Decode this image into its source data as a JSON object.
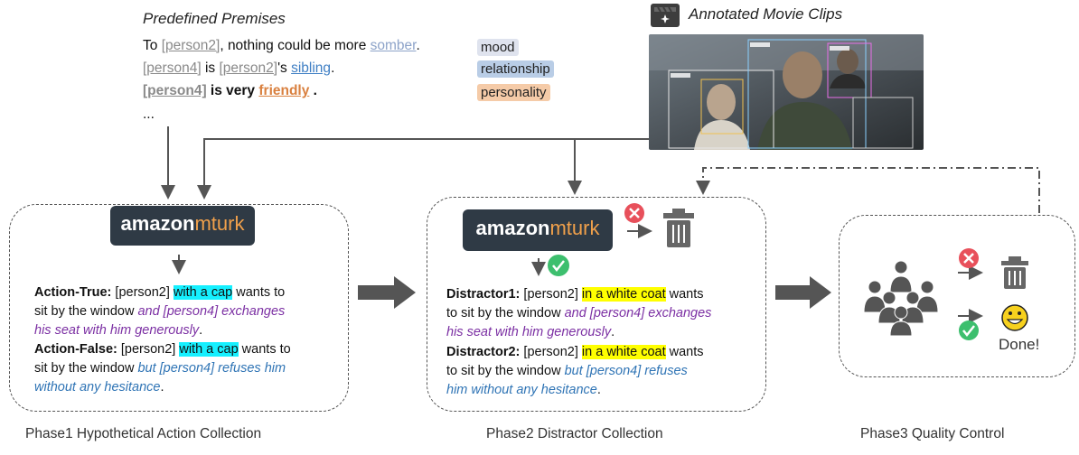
{
  "premises": {
    "title": "Predefined Premises",
    "line1": {
      "prefix": "To ",
      "person": "[person2]",
      "middle": ", nothing could be more ",
      "word": "somber",
      "suffix": "."
    },
    "line2": {
      "person_a": "[person4]",
      "mid1": " is ",
      "person_b": "[person2]",
      "mid2": "'s ",
      "word": "sibling",
      "suffix": "."
    },
    "line3": {
      "person": "[person4]",
      "middle": " is very ",
      "word": "friendly",
      "suffix": " ."
    },
    "ellipsis": "...",
    "tags": {
      "mood": "mood",
      "relationship": "relationship",
      "personality": "personality"
    }
  },
  "clips": {
    "title": "Annotated Movie Clips",
    "icon": "clapperboard-sparkle-icon"
  },
  "phase1": {
    "brand_a": "amazon",
    "brand_b": "mturk",
    "true_label": "Action-True:",
    "true_pre": " [person2] ",
    "true_hl": "with a cap",
    "true_mid": " wants to",
    "true_line2": "sit by the window ",
    "true_ital1": "and [person4] exchanges",
    "true_ital2": "his seat with him generously",
    "true_end": ".",
    "false_label": "Action-False:",
    "false_pre": " [person2] ",
    "false_hl": "with a cap",
    "false_mid": " wants to",
    "false_line2": "sit by the window ",
    "false_ital1": "but [person4] refuses him",
    "false_ital2": "without any hesitance",
    "false_end": ".",
    "caption": "Phase1 Hypothetical Action Collection"
  },
  "phase2": {
    "brand_a": "amazon",
    "brand_b": "mturk",
    "d1_label": "Distractor1:",
    "d1_pre": " [person2] ",
    "d1_hl": "in a white coat",
    "d1_mid": " wants",
    "d1_line2": "to sit by the window ",
    "d1_ital1": "and [person4] exchanges",
    "d1_ital2": "his seat with him generously",
    "d1_end": ".",
    "d2_label": "Distractor2:",
    "d2_pre": " [person2] ",
    "d2_hl": "in a white coat",
    "d2_mid": " wants",
    "d2_line2": "to sit by the window ",
    "d2_ital1": "but [person4] refuses",
    "d2_ital2": "him without any hesitance",
    "d2_end": ".",
    "caption": "Phase2 Distractor Collection"
  },
  "phase3": {
    "done": "Done!",
    "caption": "Phase3 Quality Control"
  },
  "colors": {
    "cyan_highlight": "#15f0ff",
    "yellow_highlight": "#ffff00",
    "reject": "#e8505b",
    "accept": "#3dbf6e",
    "arrow": "#555555"
  }
}
